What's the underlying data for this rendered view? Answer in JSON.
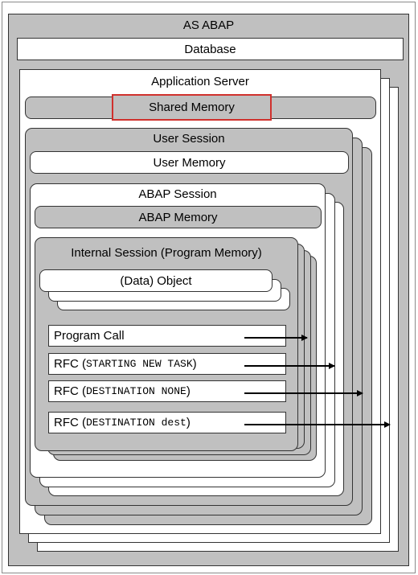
{
  "as_abap": "AS ABAP",
  "database": "Database",
  "application_server": "Application Server",
  "shared_memory": "Shared Memory",
  "user_session": "User Session",
  "user_memory": "User Memory",
  "abap_session": "ABAP Session",
  "abap_memory": "ABAP Memory",
  "internal_session": "Internal Session (Program Memory)",
  "data_object": "(Data) Object",
  "calls": [
    {
      "prefix": "Program Call",
      "code": ""
    },
    {
      "prefix": "RFC (",
      "code": "STARTING NEW TASK",
      "suffix": ")"
    },
    {
      "prefix": "RFC (",
      "code": "DESTINATION NONE",
      "suffix": ")"
    },
    {
      "prefix": "RFC (",
      "code": "DESTINATION dest",
      "suffix": ")"
    }
  ],
  "colors": {
    "highlight": "#d0312d",
    "session_fill": "#c0c0c0",
    "outer_fill": "#c0c0c0"
  }
}
